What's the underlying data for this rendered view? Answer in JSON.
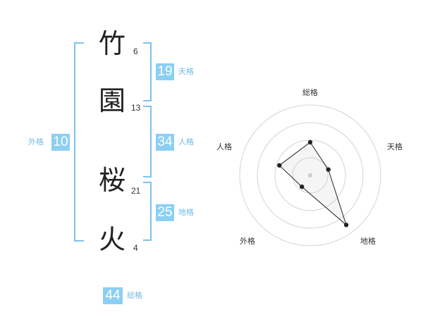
{
  "characters": [
    {
      "char": "竹",
      "strokes": "6"
    },
    {
      "char": "園",
      "strokes": "13"
    },
    {
      "char": "桜",
      "strokes": "21"
    },
    {
      "char": "火",
      "strokes": "4"
    }
  ],
  "fortunes": {
    "tenkaku": {
      "value": "19",
      "label": "天格"
    },
    "jinkaku": {
      "value": "34",
      "label": "人格"
    },
    "chikaku": {
      "value": "25",
      "label": "地格"
    },
    "gaikaku": {
      "value": "10",
      "label": "外格"
    },
    "soukaku": {
      "value": "44",
      "label": "総格"
    }
  },
  "colors": {
    "accent": "#8ccff3",
    "label": "#6fbbe6",
    "bracket": "#7cc3ec"
  },
  "chart_data": {
    "type": "radar",
    "axes": [
      "総格",
      "天格",
      "地格",
      "外格",
      "人格"
    ],
    "values": [
      0.47,
      0.27,
      0.87,
      0.2,
      0.46
    ],
    "rings": 4,
    "grid": true
  }
}
